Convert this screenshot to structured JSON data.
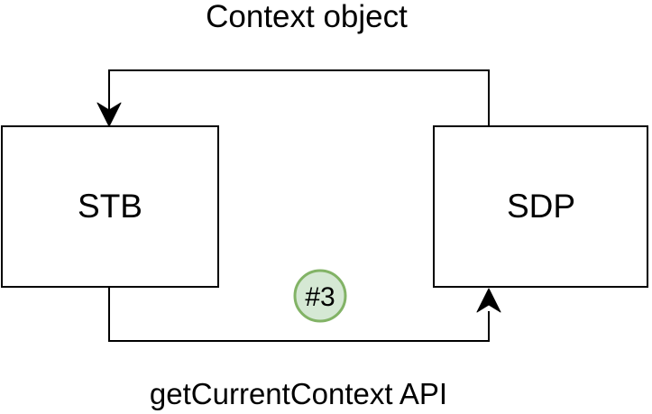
{
  "title": "Context object",
  "bottom_label": "getCurrentContext API",
  "boxes": [
    {
      "label": "STB"
    },
    {
      "label": "SDP"
    }
  ],
  "badge": {
    "label": "#3"
  },
  "connectors": [
    {
      "name": "context-object-flow",
      "from": "SDP",
      "to": "STB",
      "label": "Context object"
    },
    {
      "name": "get-current-context-flow",
      "from": "STB",
      "to": "SDP",
      "label": "getCurrentContext API"
    }
  ],
  "colors": {
    "background": "#ffffff",
    "line": "#000000",
    "text": "#000000",
    "box_fill": "#ffffff",
    "box_border": "#000000",
    "badge_fill": "#d5e8d4",
    "badge_border": "#82b366"
  }
}
